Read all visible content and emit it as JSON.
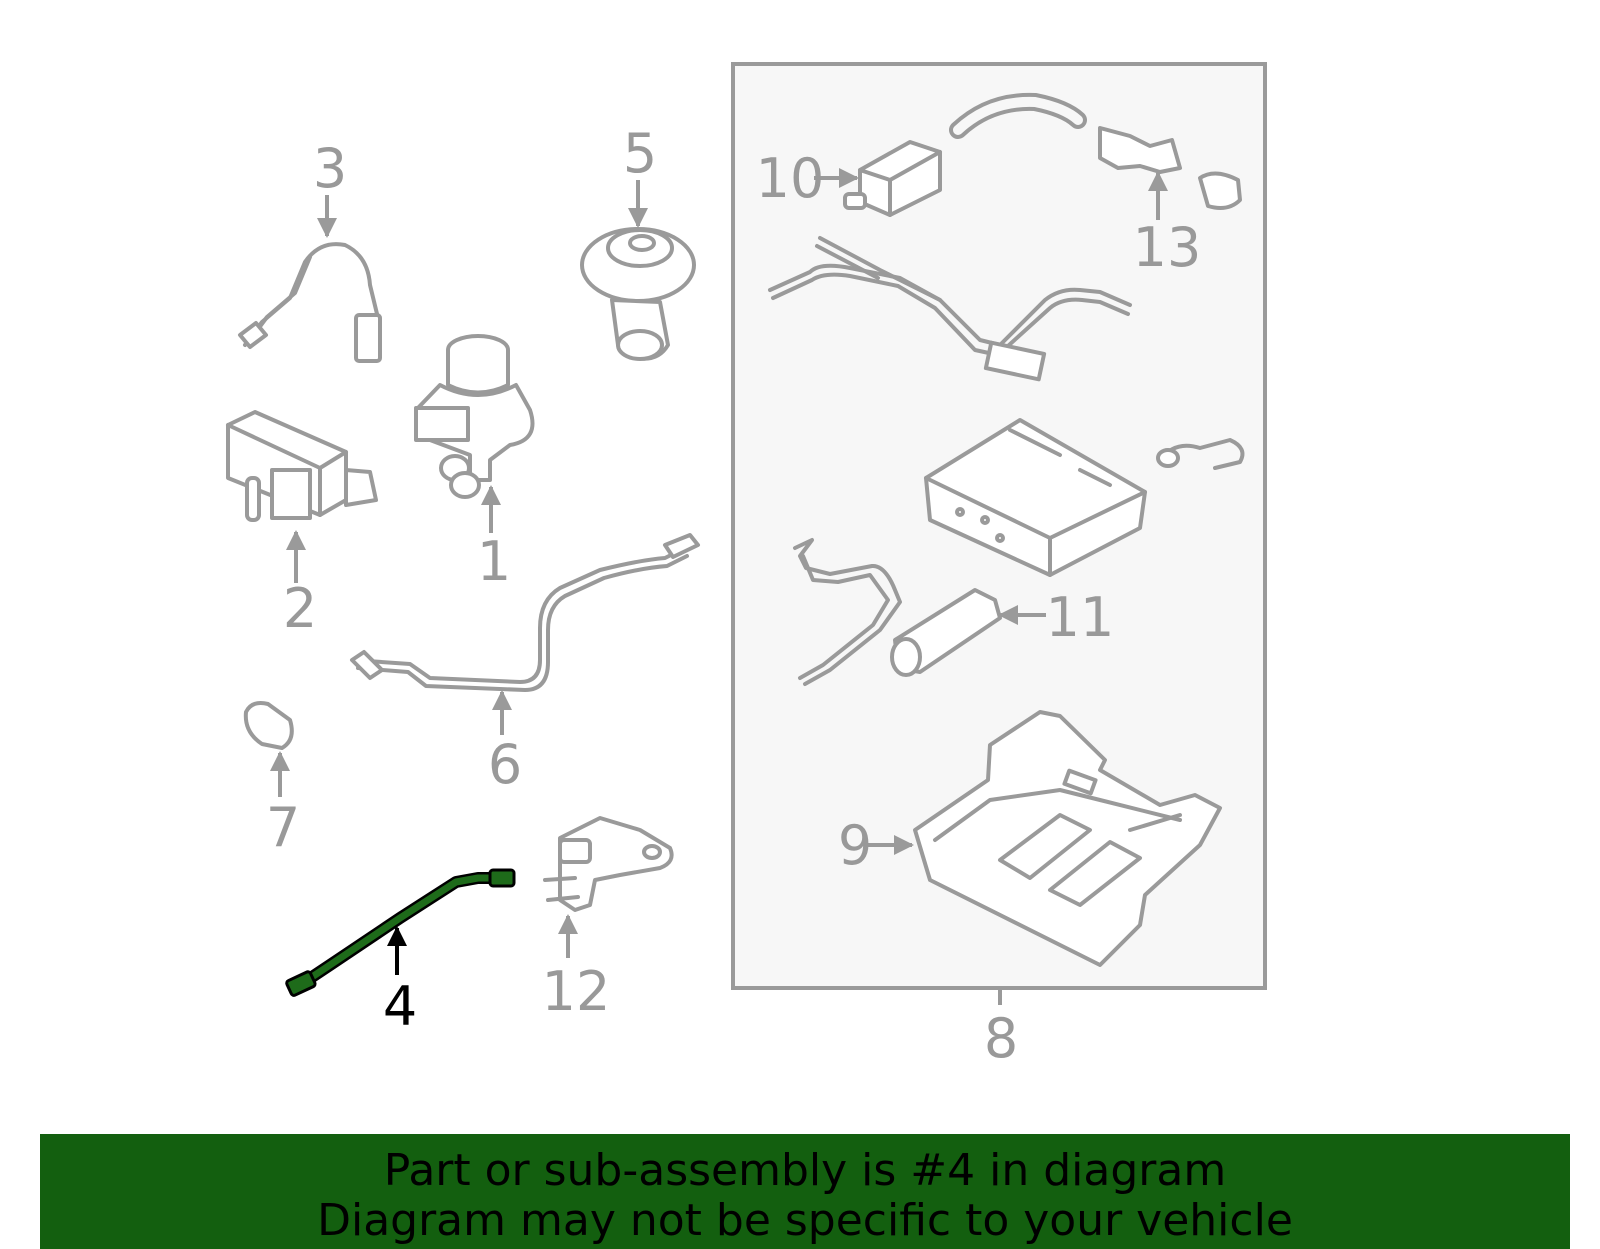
{
  "diagram": {
    "callouts": {
      "c1": "1",
      "c2": "2",
      "c3": "3",
      "c4": "4",
      "c5": "5",
      "c6": "6",
      "c7": "7",
      "c8": "8",
      "c9": "9",
      "c10": "10",
      "c11": "11",
      "c12": "12",
      "c13": "13"
    },
    "highlighted_part": "4",
    "colors": {
      "line": "#9a9a9a",
      "highlight_part": "#1e6b1a",
      "banner": "#135f0f",
      "panel": "#f7f7f7"
    }
  },
  "banner": {
    "line1": "Part or sub-assembly is #4 in diagram",
    "line2": "Diagram may not be specific to your vehicle"
  }
}
